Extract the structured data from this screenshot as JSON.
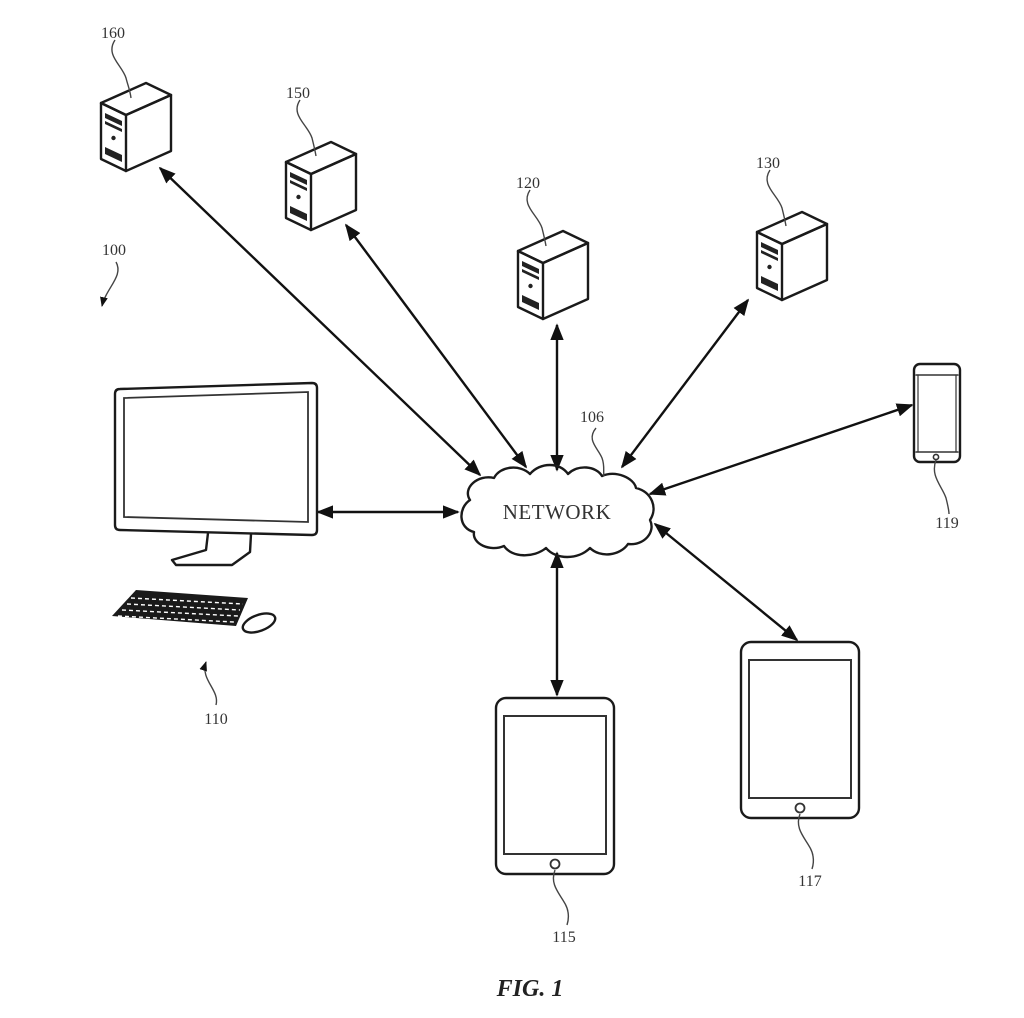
{
  "figure": {
    "caption": "FIG. 1",
    "system_ref": "100"
  },
  "network": {
    "label": "NETWORK",
    "ref": "106"
  },
  "nodes": [
    {
      "id": "server-160",
      "type": "server",
      "ref": "160"
    },
    {
      "id": "server-150",
      "type": "server",
      "ref": "150"
    },
    {
      "id": "server-120",
      "type": "server",
      "ref": "120"
    },
    {
      "id": "server-130",
      "type": "server",
      "ref": "130"
    },
    {
      "id": "desktop-110",
      "type": "desktop computer with keyboard and mouse",
      "ref": "110"
    },
    {
      "id": "phone-119",
      "type": "smartphone",
      "ref": "119"
    },
    {
      "id": "tablet-115",
      "type": "tablet",
      "ref": "115"
    },
    {
      "id": "tablet-117",
      "type": "tablet",
      "ref": "117"
    }
  ],
  "connections": [
    {
      "from": "network",
      "to": "server-160",
      "bidirectional": true
    },
    {
      "from": "network",
      "to": "server-150",
      "bidirectional": true
    },
    {
      "from": "network",
      "to": "server-120",
      "bidirectional": true
    },
    {
      "from": "network",
      "to": "server-130",
      "bidirectional": true
    },
    {
      "from": "network",
      "to": "phone-119",
      "bidirectional": true
    },
    {
      "from": "network",
      "to": "desktop-110",
      "bidirectional": true
    },
    {
      "from": "network",
      "to": "tablet-115",
      "bidirectional": true
    },
    {
      "from": "network",
      "to": "tablet-117",
      "bidirectional": true
    }
  ]
}
